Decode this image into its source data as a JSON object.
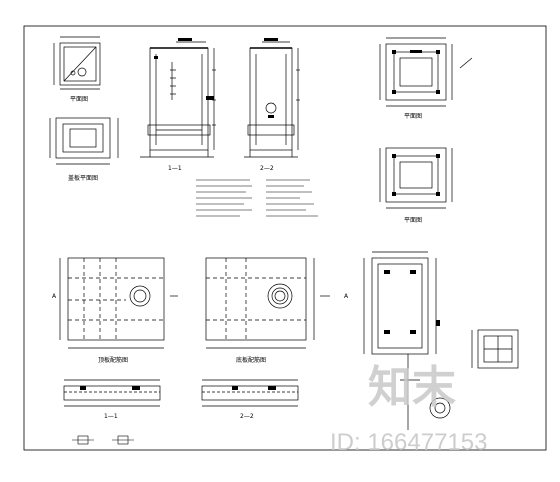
{
  "drawing": {
    "line_color": "#000000",
    "background": "#ffffff"
  },
  "views": {
    "top_plan_small": {
      "label": "平面图"
    },
    "cover_plan": {
      "label": "盖板平面图"
    },
    "section_1": {
      "label": "1—1"
    },
    "section_2": {
      "label": "2—2"
    },
    "plan_reinf_1": {
      "label": "顶板配筋图"
    },
    "plan_reinf_2": {
      "label": "底板配筋图"
    },
    "right_plan_1": {
      "label": "平面图"
    },
    "right_plan_2": {
      "label": "平面图"
    },
    "beam_1": {
      "label": "1—1"
    },
    "beam_2": {
      "label": "2—2"
    }
  },
  "section_marks": [
    "A",
    "A"
  ],
  "watermark": {
    "brand": "知末",
    "id_text": "ID: 166477153",
    "color": "#c8c8c8"
  }
}
